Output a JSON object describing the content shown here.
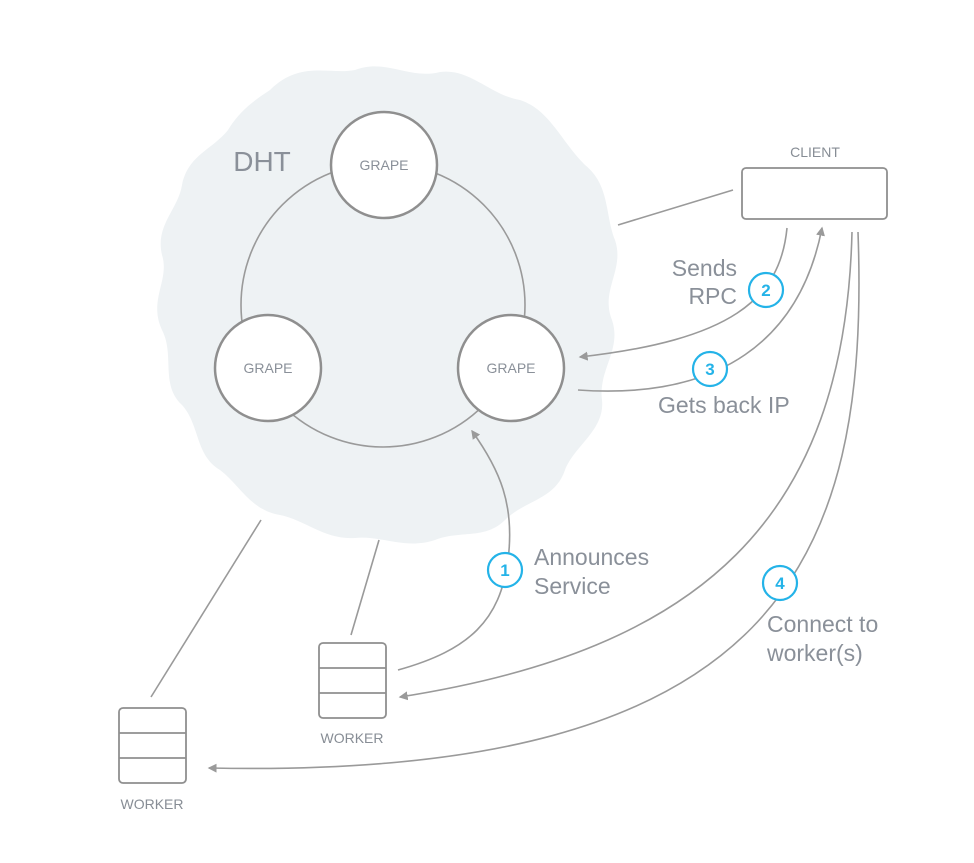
{
  "dht": {
    "label": "DHT"
  },
  "grapes": [
    {
      "label": "GRAPE"
    },
    {
      "label": "GRAPE"
    },
    {
      "label": "GRAPE"
    }
  ],
  "client": {
    "label": "CLIENT"
  },
  "workers": [
    {
      "label": "WORKER"
    },
    {
      "label": "WORKER"
    }
  ],
  "steps": [
    {
      "number": "1",
      "lines": [
        "Announces",
        "Service"
      ]
    },
    {
      "number": "2",
      "lines": [
        "Sends",
        "RPC"
      ]
    },
    {
      "number": "3",
      "lines": [
        "Gets back IP"
      ]
    },
    {
      "number": "4",
      "lines": [
        "Connect to",
        "worker(s)"
      ]
    }
  ],
  "colors": {
    "cloud": "#eef2f4",
    "stroke": "#9a9a9a",
    "node_stroke": "#8f8f8f",
    "accent": "#24b3e8",
    "text": "#8a9099"
  }
}
